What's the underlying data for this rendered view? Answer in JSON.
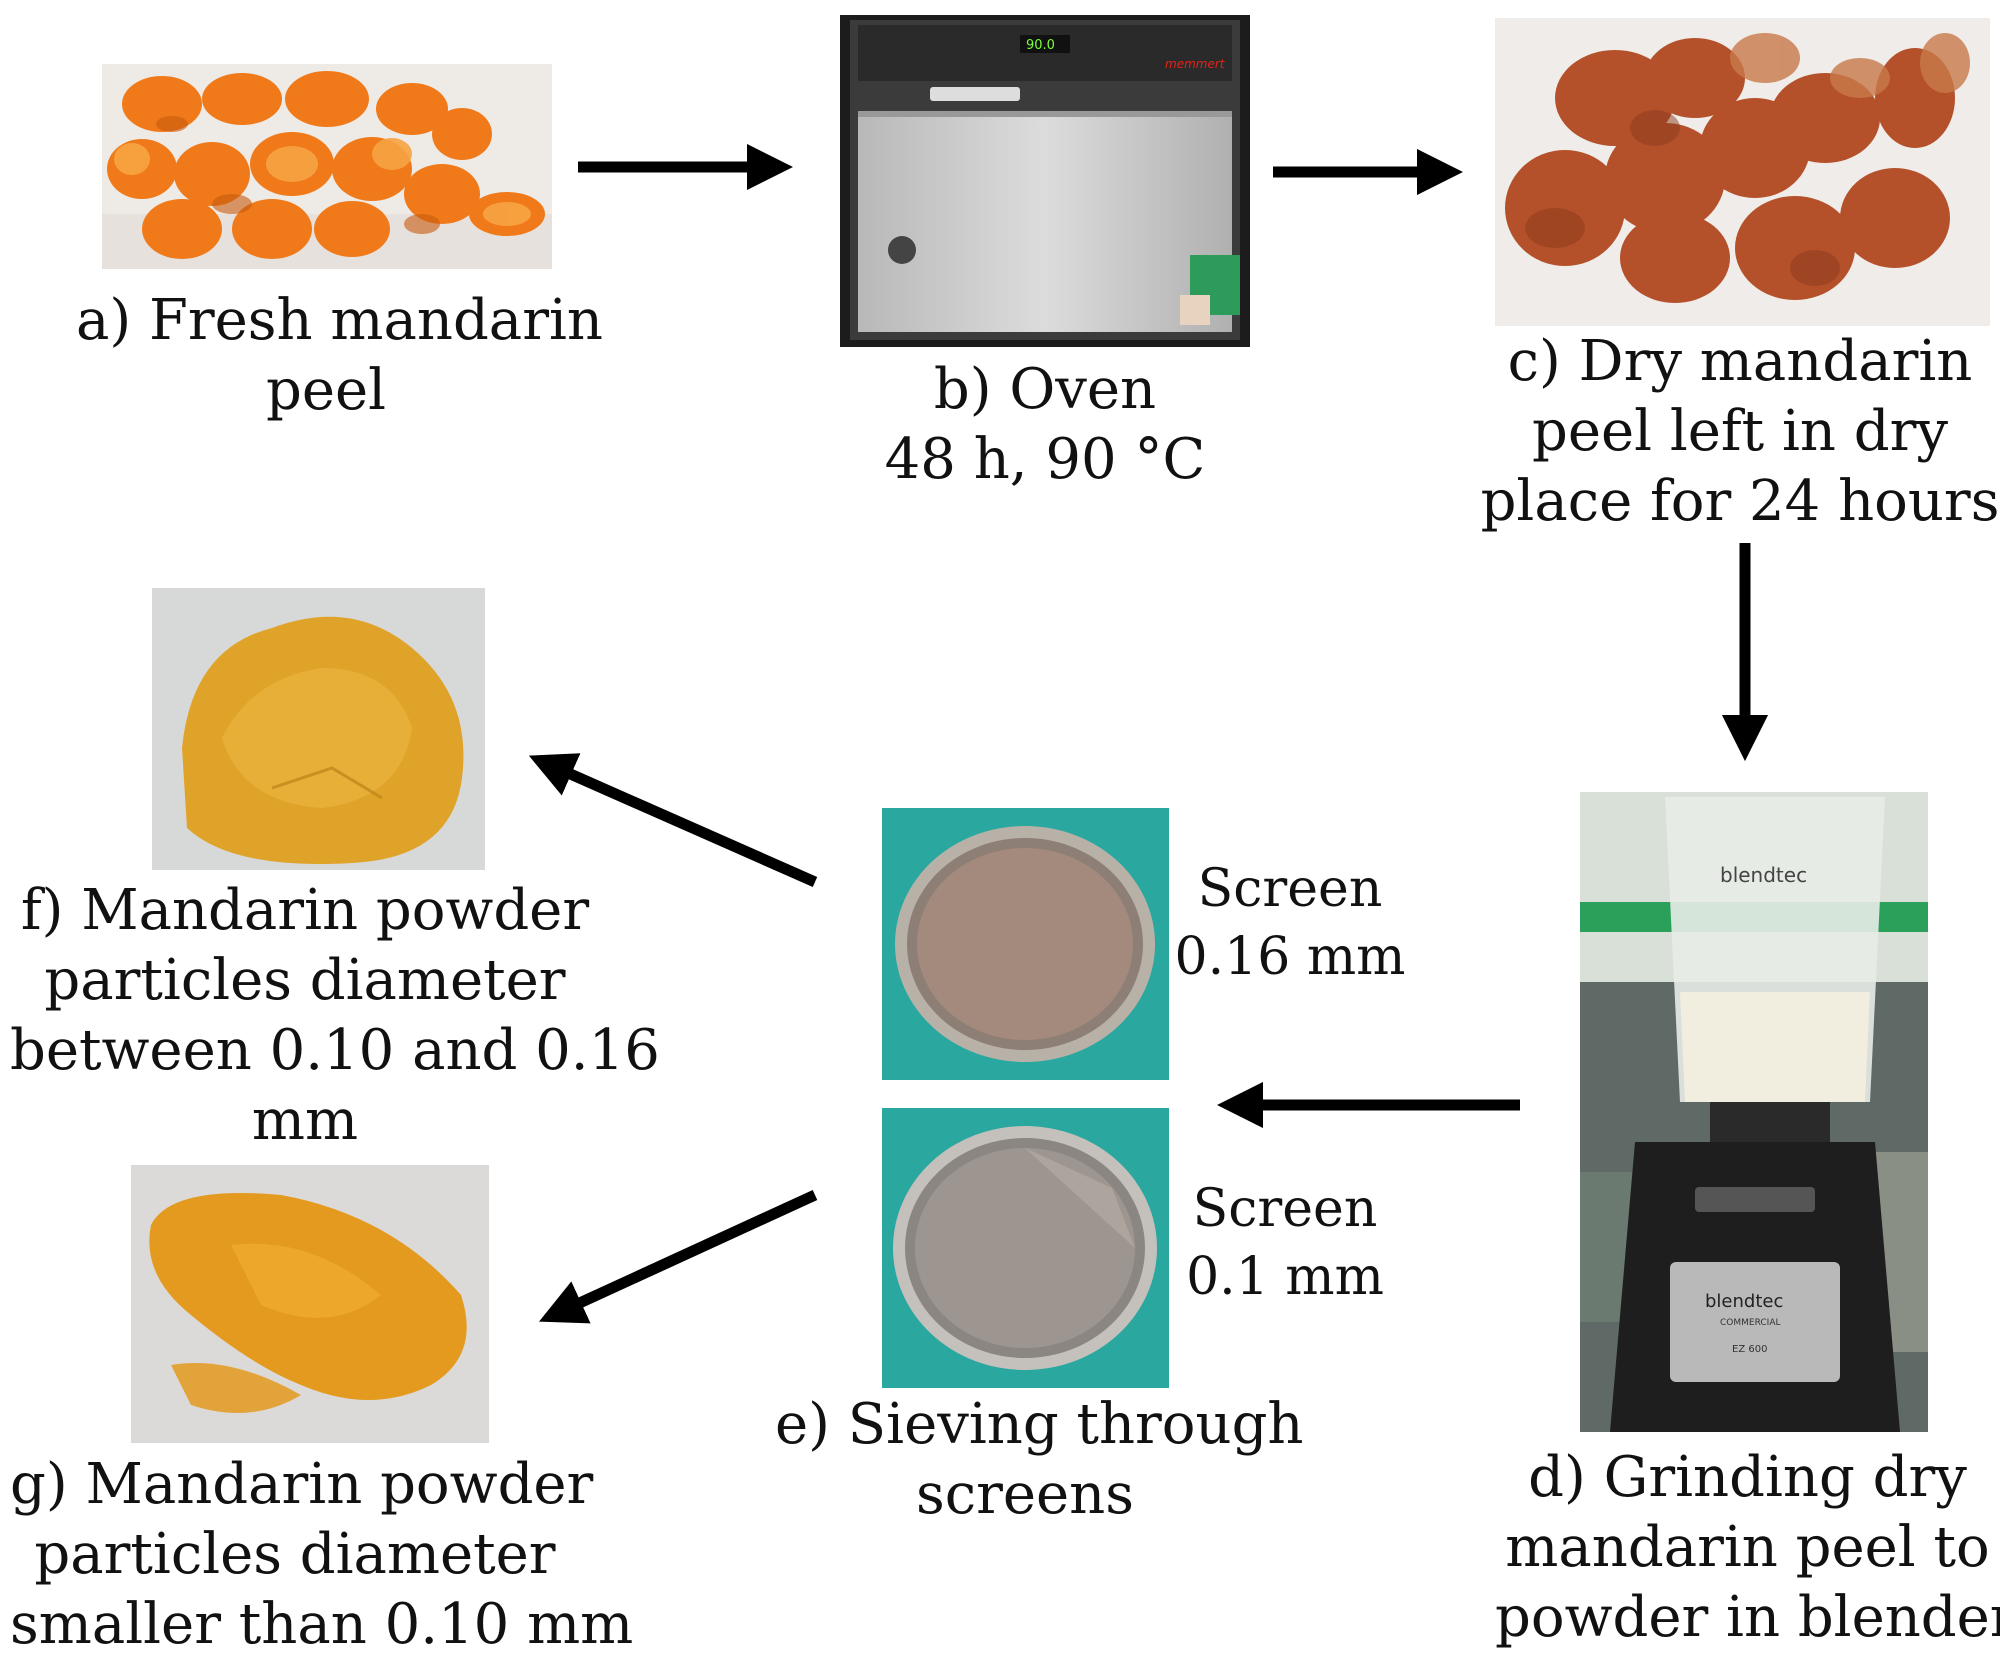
{
  "steps": {
    "a": {
      "lines": [
        "a) Fresh mandarin",
        "peel"
      ]
    },
    "b": {
      "lines": [
        "b) Oven",
        "48 h, 90 °C"
      ]
    },
    "c": {
      "lines": [
        "c) Dry mandarin",
        "peel left in dry",
        "place for 24 hours"
      ]
    },
    "d": {
      "lines": [
        "d) Grinding dry",
        "mandarin peel to",
        "powder in blender"
      ]
    },
    "e": {
      "lines": [
        "e) Sieving through",
        "screens"
      ]
    },
    "f": {
      "lines": [
        "f) Mandarin powder",
        "particles diameter",
        "between 0.10 and 0.16",
        "mm"
      ]
    },
    "g": {
      "lines": [
        "g) Mandarin powder",
        "particles diameter",
        "smaller than 0.10 mm"
      ]
    }
  },
  "screens": {
    "top": {
      "lines": [
        "Screen",
        "0.16 mm"
      ]
    },
    "bottom": {
      "lines": [
        "Screen",
        "0.1 mm"
      ]
    }
  },
  "photo_text": {
    "oven_display": "90.0",
    "oven_brand": "memmert",
    "blender_brand": "blendtec",
    "blender_sub": "COMMERCIAL",
    "blender_model": "EZ 600"
  },
  "colors": {
    "arrow": "#000000",
    "fresh_peel": "#f07a1a",
    "dry_peel": "#b5512a",
    "powder_f": "#e0a32a",
    "powder_g": "#e39a1e",
    "sieve_bg": "#2aa79f",
    "oven_steel": "#c9c9c9"
  }
}
